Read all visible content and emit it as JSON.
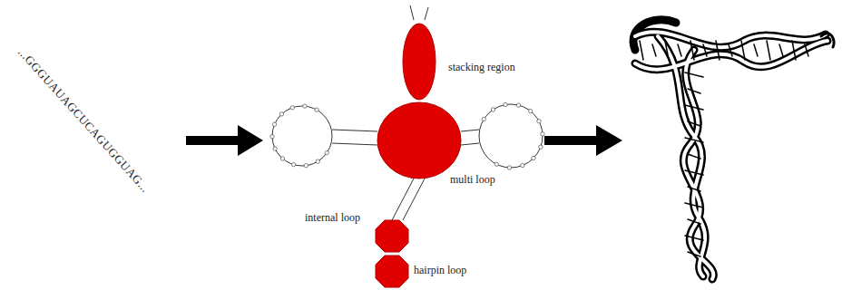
{
  "diagram": {
    "labels": [
      "...GGGUAUAGCUCAGUGGUAG...",
      "stacking region",
      "multi loop",
      "internal loop",
      "hairpin loop"
    ]
  }
}
